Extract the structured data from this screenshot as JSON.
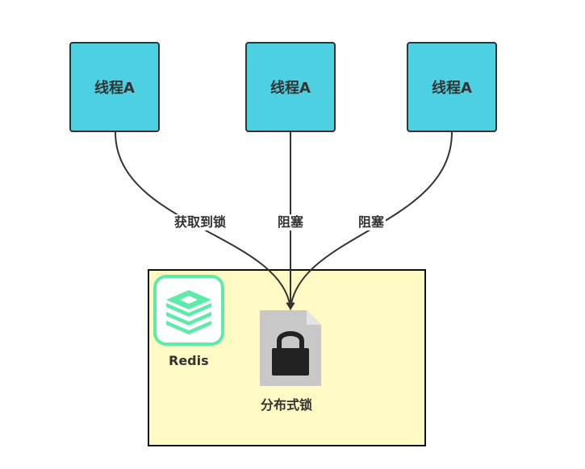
{
  "threads": [
    {
      "label": "线程A"
    },
    {
      "label": "线程A"
    },
    {
      "label": "线程A"
    }
  ],
  "edges": [
    {
      "label": "获取到锁"
    },
    {
      "label": "阻塞"
    },
    {
      "label": "阻塞"
    }
  ],
  "redis": {
    "label": "Redis",
    "icon": "redis-logo-icon"
  },
  "lock": {
    "label": "分布式锁",
    "icon": "lock-icon"
  },
  "colors": {
    "thread_fill": "#4dd0e1",
    "area_fill": "#fff9c4",
    "redis_green": "#5eeaa8",
    "lock_gray": "#c8c8c8",
    "line": "#333333"
  }
}
